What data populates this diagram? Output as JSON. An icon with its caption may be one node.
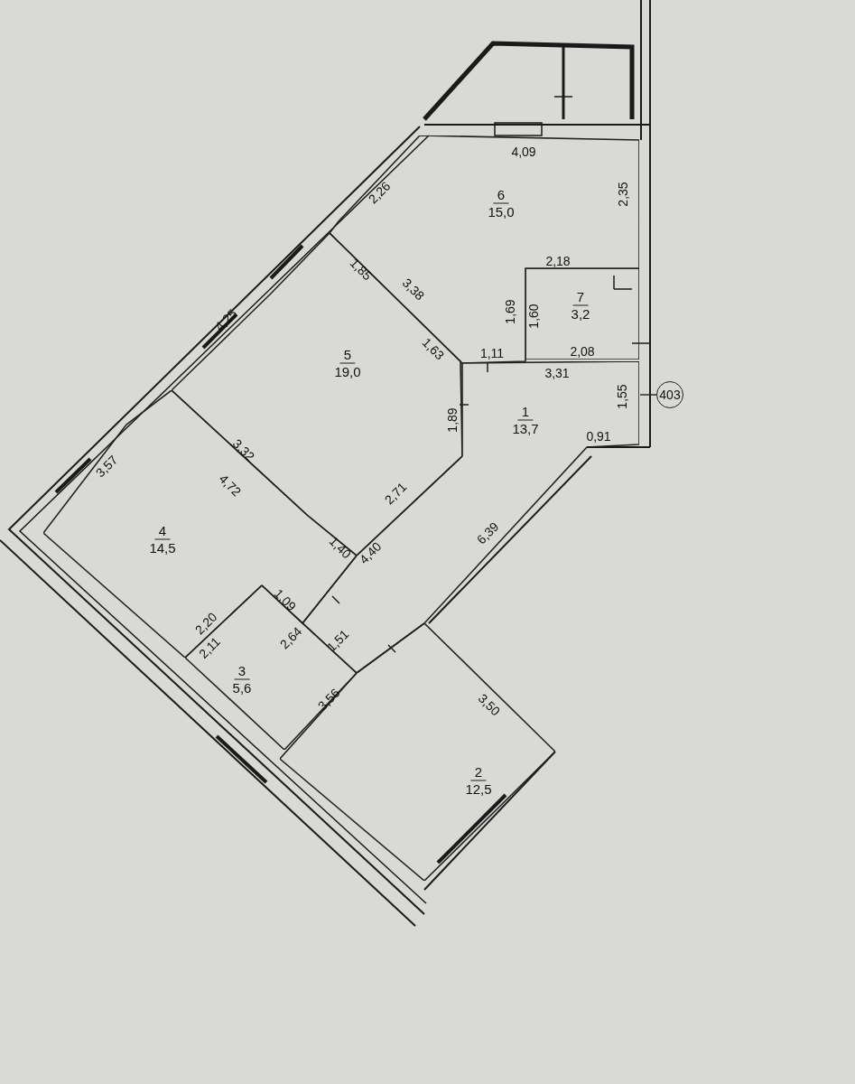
{
  "diagram": {
    "nodes": [
      {
        "text": [
          "6",
          "15,0"
        ]
      },
      {
        "text": [
          "7",
          "3,2"
        ]
      },
      {
        "text": [
          "5",
          "19,0"
        ]
      },
      {
        "text": [
          "403"
        ]
      },
      {
        "text": [
          "1",
          "13,7"
        ]
      },
      {
        "text": [
          "4",
          "14,5"
        ]
      },
      {
        "text": [
          "3",
          "5,6"
        ]
      },
      {
        "text": [
          "2",
          "12,5"
        ]
      }
    ],
    "edges": [
      {
        "from": 3,
        "to": 4,
        "arrow": "none"
      }
    ],
    "labels": [
      "4,09",
      "2,26",
      "2,35",
      "1,85",
      "3,38",
      "2,18",
      "4,25",
      "1,69",
      "1,60",
      "1,63",
      "1,11",
      "2,08",
      "3,31",
      "1,55",
      "1,89",
      "3,32",
      "0,91",
      "3,57",
      "4,72",
      "2,71",
      "6,39",
      "1,40",
      "4,40",
      "2,20",
      "1,09",
      "2,11",
      "2,64",
      "1,51",
      "3,56",
      "3,50"
    ]
  }
}
